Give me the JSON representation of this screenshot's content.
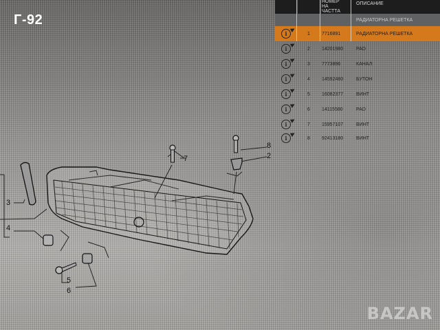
{
  "watermark": {
    "text": "Г-92"
  },
  "branding": {
    "logo_text": "BAZAR"
  },
  "parts_table": {
    "headers": {
      "icon": "",
      "position": "",
      "part_number": "НОМЕР НА ЧАСТТА",
      "description": "ОПИСАНИЕ"
    },
    "group_label": "РАДИАТОРНА РЕШЕТКА",
    "rows": [
      {
        "icon": "info-arrow-icon",
        "pos": "1",
        "part": "7716891",
        "desc": "РАДИАТОРНА РЕШЕТКА",
        "selected": true
      },
      {
        "icon": "info-arrow-icon",
        "pos": "2",
        "part": "14201980",
        "desc": "PAD",
        "selected": false
      },
      {
        "icon": "info-arrow-icon",
        "pos": "3",
        "part": "7773896",
        "desc": "КАНАЛ",
        "selected": false
      },
      {
        "icon": "info-arrow-icon",
        "pos": "4",
        "part": "14592480",
        "desc": "БУТОН",
        "selected": false
      },
      {
        "icon": "info-arrow-icon",
        "pos": "5",
        "part": "16082377",
        "desc": "ВИНТ",
        "selected": false
      },
      {
        "icon": "info-arrow-icon",
        "pos": "6",
        "part": "14115580",
        "desc": "PAD",
        "selected": false
      },
      {
        "icon": "info-arrow-icon",
        "pos": "7",
        "part": "15957107",
        "desc": "ВИНТ",
        "selected": false
      },
      {
        "icon": "info-arrow-icon",
        "pos": "8",
        "part": "92413180",
        "desc": "ВИНТ",
        "selected": false
      }
    ],
    "colors": {
      "selected": "#d57a1c",
      "header": "#1d1d1d",
      "group": "#5f6163"
    }
  },
  "diagram": {
    "callouts": [
      "3",
      "4",
      "5",
      "6",
      "7",
      "8",
      "2"
    ]
  }
}
